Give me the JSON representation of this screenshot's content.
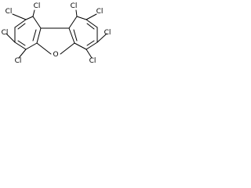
{
  "molecule": {
    "atoms": {
      "cl_top_left": "Cl",
      "cl_top_center_left": "Cl",
      "cl_top_center_right": "Cl",
      "cl_top_right": "Cl",
      "cl_left": "Cl",
      "cl_right": "Cl",
      "cl_bottom_left": "Cl",
      "cl_bottom_right": "Cl",
      "oxygen": "O"
    }
  }
}
